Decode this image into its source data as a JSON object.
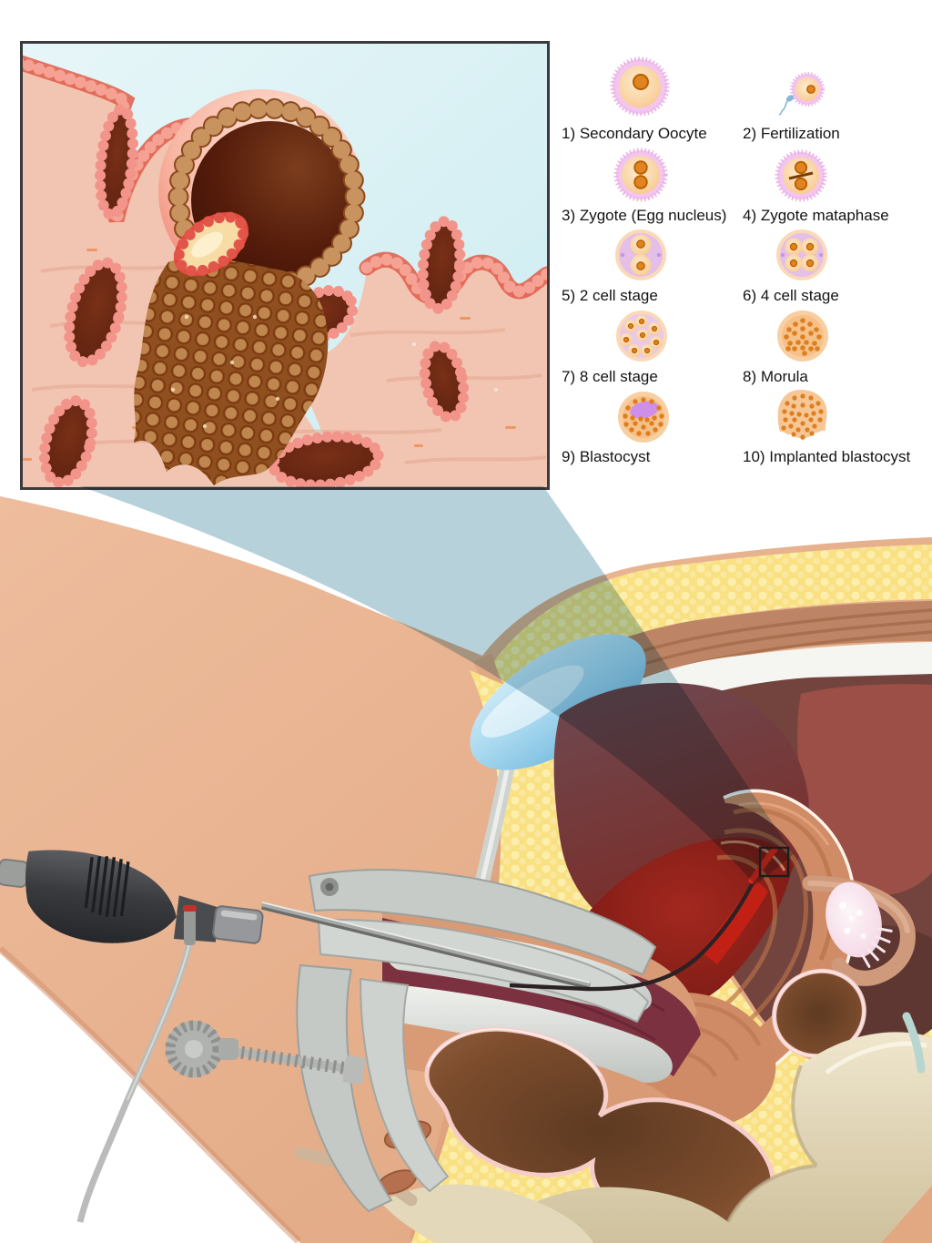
{
  "legend": {
    "items": [
      {
        "label": "1)  Secondary Oocyte",
        "icon": "secondary-oocyte-icon"
      },
      {
        "label": "2)  Fertilization",
        "icon": "fertilization-icon"
      },
      {
        "label": "3)  Zygote (Egg nucleus)",
        "icon": "zygote-icon"
      },
      {
        "label": "4)  Zygote mataphase",
        "icon": "zygote-metaphase-icon"
      },
      {
        "label": "5)  2 cell stage",
        "icon": "two-cell-stage-icon"
      },
      {
        "label": "6)  4 cell stage",
        "icon": "four-cell-stage-icon"
      },
      {
        "label": "7)  8 cell stage",
        "icon": "eight-cell-stage-icon"
      },
      {
        "label": "8)  Morula",
        "icon": "morula-icon"
      },
      {
        "label": "9)  Blastocyst",
        "icon": "blastocyst-icon"
      },
      {
        "label": "10) Implanted blastocyst",
        "icon": "implanted-blastocyst-icon"
      }
    ]
  },
  "colors": {
    "beam": "#6fa3b8",
    "skin": "#e8b493",
    "fat": "#f9e183",
    "muscle": "#bd8465",
    "cavity": "#73443e",
    "bladder": "#a9d9ef",
    "uterus_wall": "#d08c66",
    "endometrial_red": "#da2417",
    "rectum": "#7d4a2e",
    "bone": "#e9dfc4",
    "instrument_gray": "#c9cdc9",
    "marker_outline": "#1c1c1c",
    "tissue_pink": "#f2c5b2",
    "cell_orange": "#dd7f1f",
    "corona_pink": "#f3c6ee"
  }
}
